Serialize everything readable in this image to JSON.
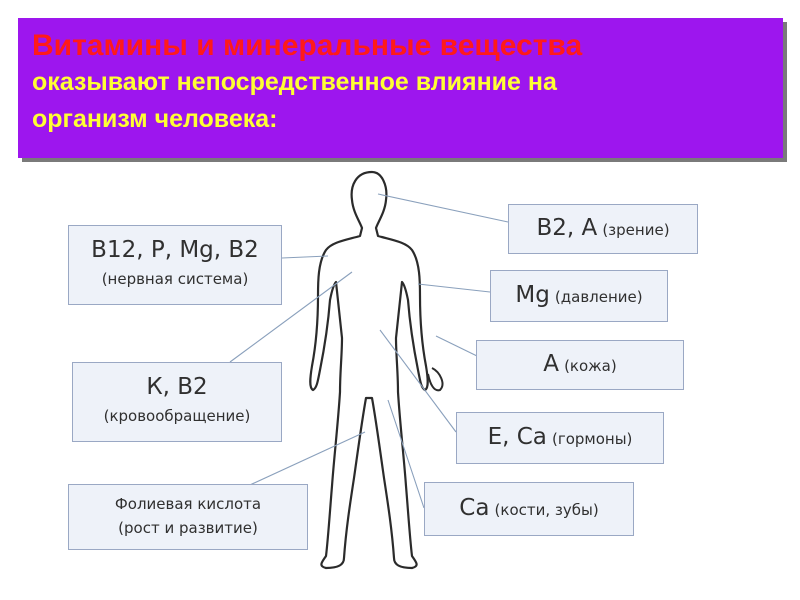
{
  "title": {
    "line1": "Витамины и минеральные вещества",
    "line2": "оказывают непосредственное влияние на",
    "line3": "организм человека:"
  },
  "colors": {
    "banner": "#9d16ee",
    "title_red": "#ff1a1a",
    "title_yellow": "#ffff33",
    "box_fill": "#eef2f9",
    "box_border": "#9aa8c4",
    "connector": "#8aa0bc"
  },
  "left_boxes": [
    {
      "main": "B12, P, Mg, B2",
      "note": "(нервная система)"
    },
    {
      "main": "К, В2",
      "note": "(кровообращение)"
    },
    {
      "main": "",
      "note": "Фолиевая кислота",
      "note2": "(рост и развитие)"
    }
  ],
  "right_boxes": [
    {
      "main": "B2, A",
      "note": "(зрение)"
    },
    {
      "main": "Mg",
      "note": "(давление)"
    },
    {
      "main": "A",
      "note": "(кожа)"
    },
    {
      "main": "E, Ca",
      "note": "(гормоны)"
    },
    {
      "main": "Ca",
      "note": "(кости, зубы)"
    }
  ]
}
